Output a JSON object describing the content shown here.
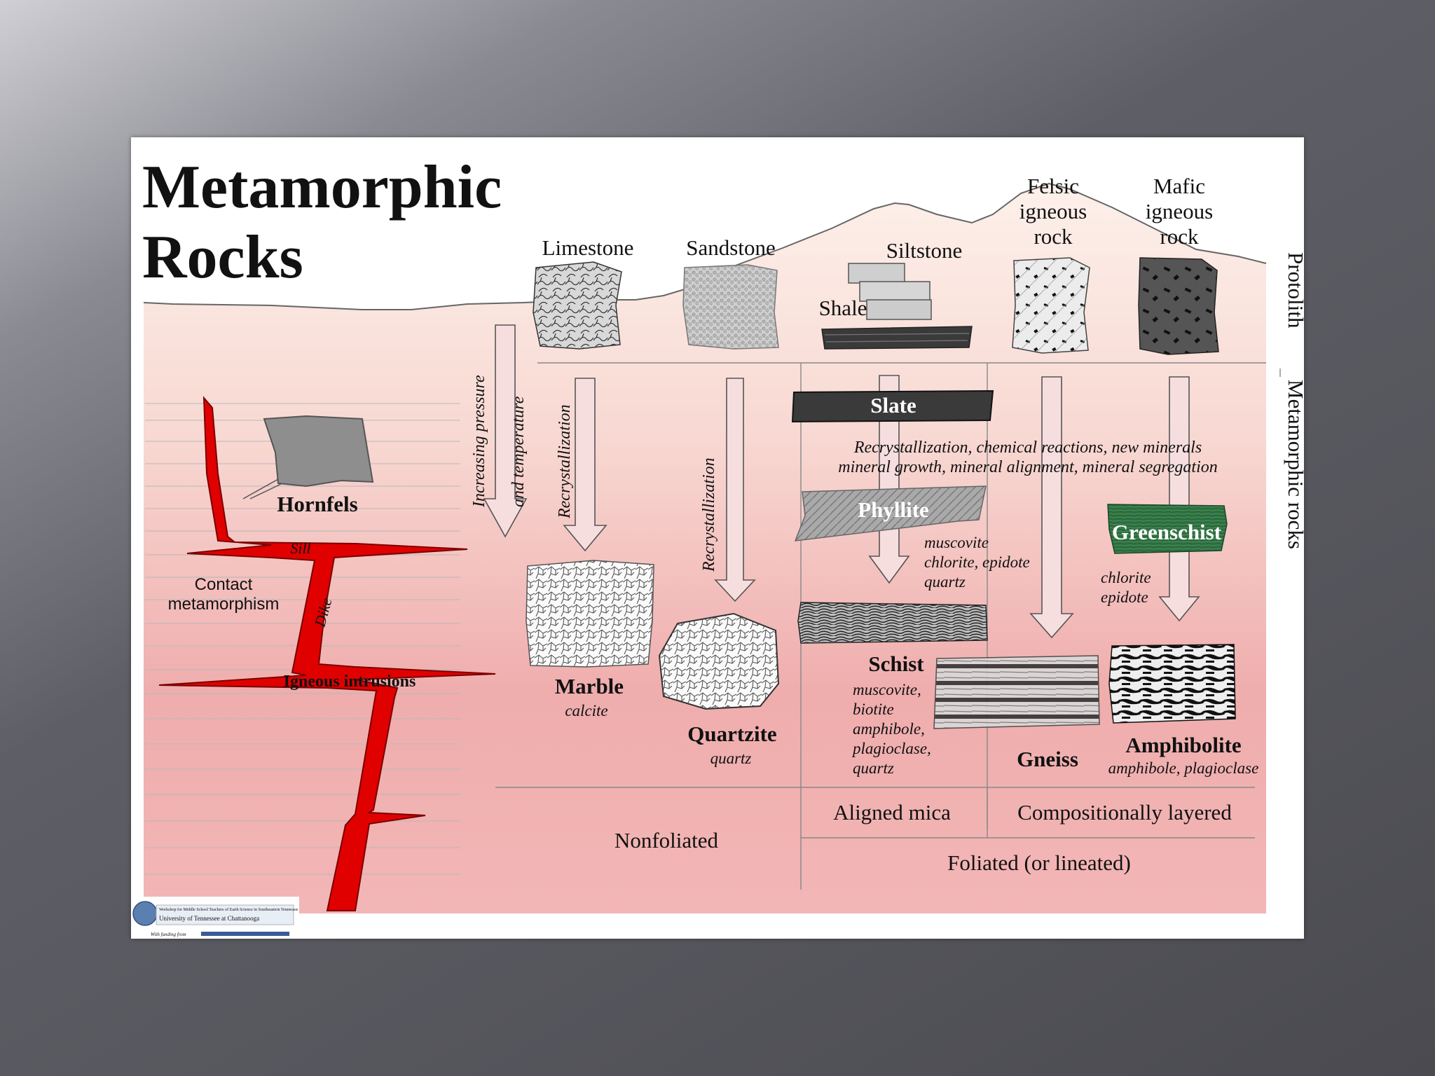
{
  "title_line1": "Metamorphic",
  "title_line2": "Rocks",
  "protoliths": {
    "limestone": "Limestone",
    "sandstone": "Sandstone",
    "siltstone": "Siltstone",
    "shale": "Shale",
    "felsic": [
      "Felsic",
      "igneous",
      "rock"
    ],
    "mafic": [
      "Mafic",
      "igneous",
      "rock"
    ]
  },
  "side_labels": {
    "protolith": "Protolith",
    "metamorphic": "Metamorphic rocks"
  },
  "process": {
    "pressure1": "Increasing pressure",
    "pressure2": "and temperature",
    "recryst_marble": "Recrystallization",
    "recryst_quartzite": "Recrystallization",
    "foliated1": "Recrystallization, chemical reactions, new minerals",
    "foliated2": "mineral growth, mineral alignment, mineral segregation"
  },
  "contact": {
    "hornfels": "Hornfels",
    "sill": "Sill",
    "dike": "Dike",
    "contact1": "Contact",
    "contact2": "metamorphism",
    "intrusions": "Igneous intrusions"
  },
  "rocks": {
    "slate": "Slate",
    "phyllite": "Phyllite",
    "phyllite_minerals": [
      "muscovite",
      "chlorite, epidote",
      "quartz"
    ],
    "greenschist": "Greenschist",
    "greenschist_minerals": [
      "chlorite",
      "epidote"
    ],
    "marble": "Marble",
    "marble_mineral": "calcite",
    "quartzite": "Quartzite",
    "quartzite_mineral": "quartz",
    "schist": "Schist",
    "schist_minerals": [
      "muscovite,",
      "biotite",
      "amphibole,",
      "plagioclase,",
      "quartz"
    ],
    "gneiss": "Gneiss",
    "amphibolite": "Amphibolite",
    "amphibolite_minerals": "amphibole, plagioclase"
  },
  "table": {
    "nonfoliated": "Nonfoliated",
    "aligned_mica": "Aligned mica",
    "comp_layered": "Compositionally layered",
    "foliated": "Foliated (or lineated)"
  },
  "logo": {
    "line1": "Workshop for Middle School Teachers of Earth Science in Southeastern Tennessee",
    "line2": "University of Tennessee at Chattanooga",
    "line3": "With funding from"
  },
  "colors": {
    "magma": "#e00000",
    "greenschist": "#2e6b3e",
    "slate": "#3a3a3a"
  }
}
